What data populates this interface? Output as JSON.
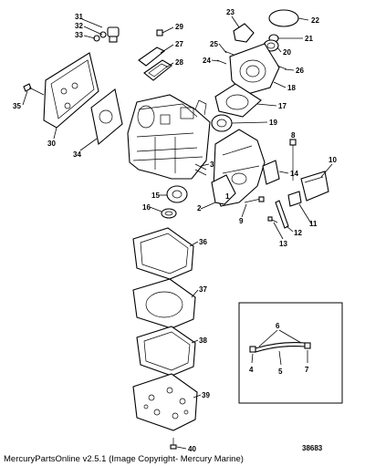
{
  "footer": {
    "copyright": "MercuryPartsOnline v2.5.1 (Image Copyright- Mercury Marine)",
    "figure_number": "38683"
  },
  "callouts": {
    "c1": "1",
    "c2": "2",
    "c3": "3",
    "c4": "4",
    "c5": "5",
    "c6": "6",
    "c7": "7",
    "c8": "8",
    "c9": "9",
    "c10": "10",
    "c11": "11",
    "c12": "12",
    "c13": "13",
    "c14": "14",
    "c15": "15",
    "c16": "16",
    "c17": "17",
    "c18": "18",
    "c19": "19",
    "c20": "20",
    "c21": "21",
    "c22": "22",
    "c23": "23",
    "c24": "24",
    "c25": "25",
    "c26": "26",
    "c27": "27",
    "c28": "28",
    "c29": "29",
    "c30": "30",
    "c31": "31",
    "c32": "32",
    "c33": "33",
    "c34": "34",
    "c35": "35",
    "c36": "36",
    "c37": "37",
    "c38": "38",
    "c39": "39",
    "c40": "40"
  }
}
